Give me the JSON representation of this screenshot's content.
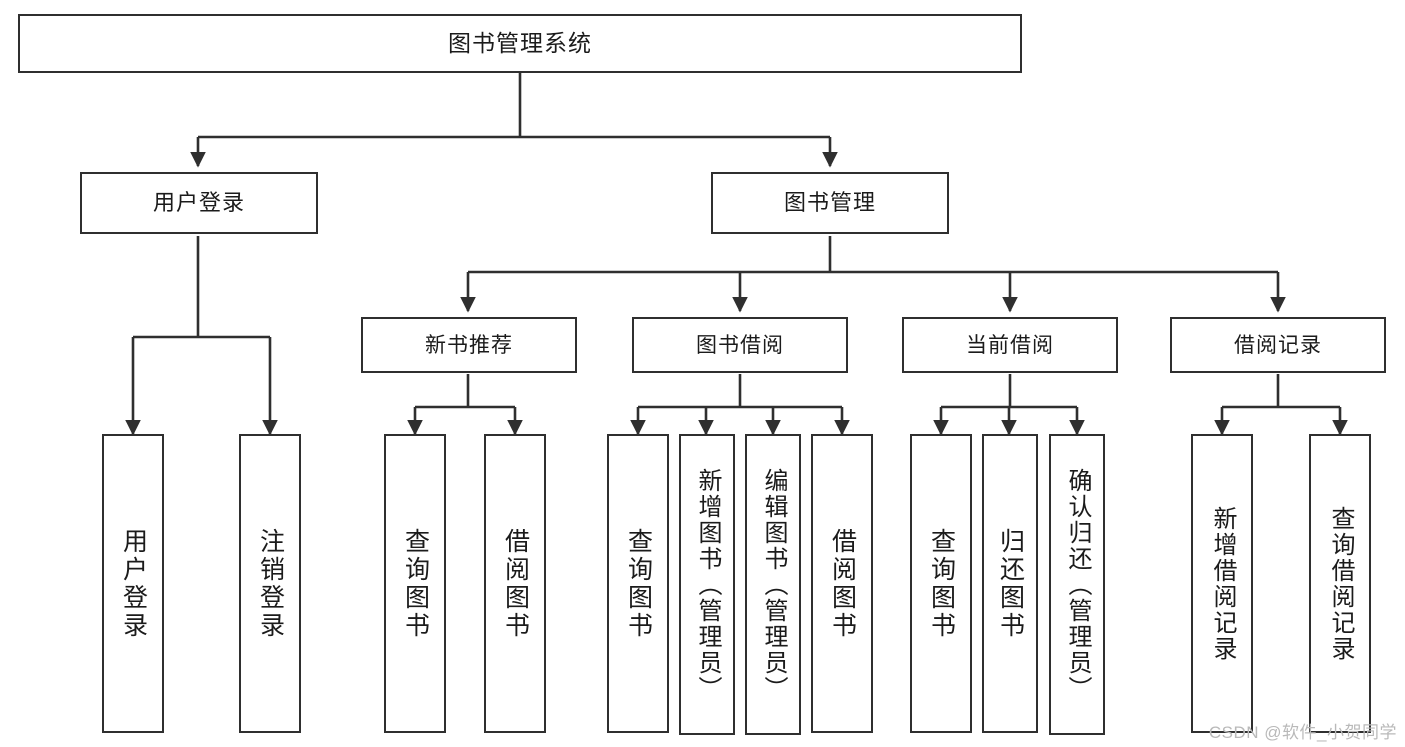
{
  "diagram": {
    "title": "图书管理系统",
    "type": "tree-hierarchy",
    "watermark": "CSDN @软件_小贺同学",
    "colors": {
      "background": "#ffffff",
      "border": "#2f2f2f",
      "text": "#1b1b1b",
      "connector": "#2f2f2f",
      "watermark": "#b9b9b9"
    },
    "root": {
      "label": "图书管理系统"
    },
    "level1": [
      {
        "id": "user-login",
        "label": "用户登录"
      },
      {
        "id": "book-manage",
        "label": "图书管理"
      }
    ],
    "level2": [
      {
        "id": "new-book-recommend",
        "label": "新书推荐",
        "parent": "book-manage"
      },
      {
        "id": "book-borrow",
        "label": "图书借阅",
        "parent": "book-manage"
      },
      {
        "id": "current-borrow",
        "label": "当前借阅",
        "parent": "book-manage"
      },
      {
        "id": "borrow-record",
        "label": "借阅记录",
        "parent": "book-manage"
      }
    ],
    "leaves": {
      "user-login": [
        {
          "id": "leaf-user-login",
          "label": "用户登录"
        },
        {
          "id": "leaf-user-logout",
          "label": "注销登录"
        }
      ],
      "new-book-recommend": [
        {
          "id": "leaf-query-book-1",
          "label": "查询图书"
        },
        {
          "id": "leaf-borrow-book-1",
          "label": "借阅图书"
        }
      ],
      "book-borrow": [
        {
          "id": "leaf-query-book-2",
          "label": "查询图书"
        },
        {
          "id": "leaf-add-book",
          "label": "新增图书（管理员）"
        },
        {
          "id": "leaf-edit-book",
          "label": "编辑图书（管理员）"
        },
        {
          "id": "leaf-borrow-book-2",
          "label": "借阅图书"
        }
      ],
      "current-borrow": [
        {
          "id": "leaf-query-book-3",
          "label": "查询图书"
        },
        {
          "id": "leaf-return-book",
          "label": "归还图书"
        },
        {
          "id": "leaf-confirm-return",
          "label": "确认归还（管理员）"
        }
      ],
      "borrow-record": [
        {
          "id": "leaf-add-record",
          "label": "新增借阅记录"
        },
        {
          "id": "leaf-query-record",
          "label": "查询借阅记录"
        }
      ]
    }
  }
}
